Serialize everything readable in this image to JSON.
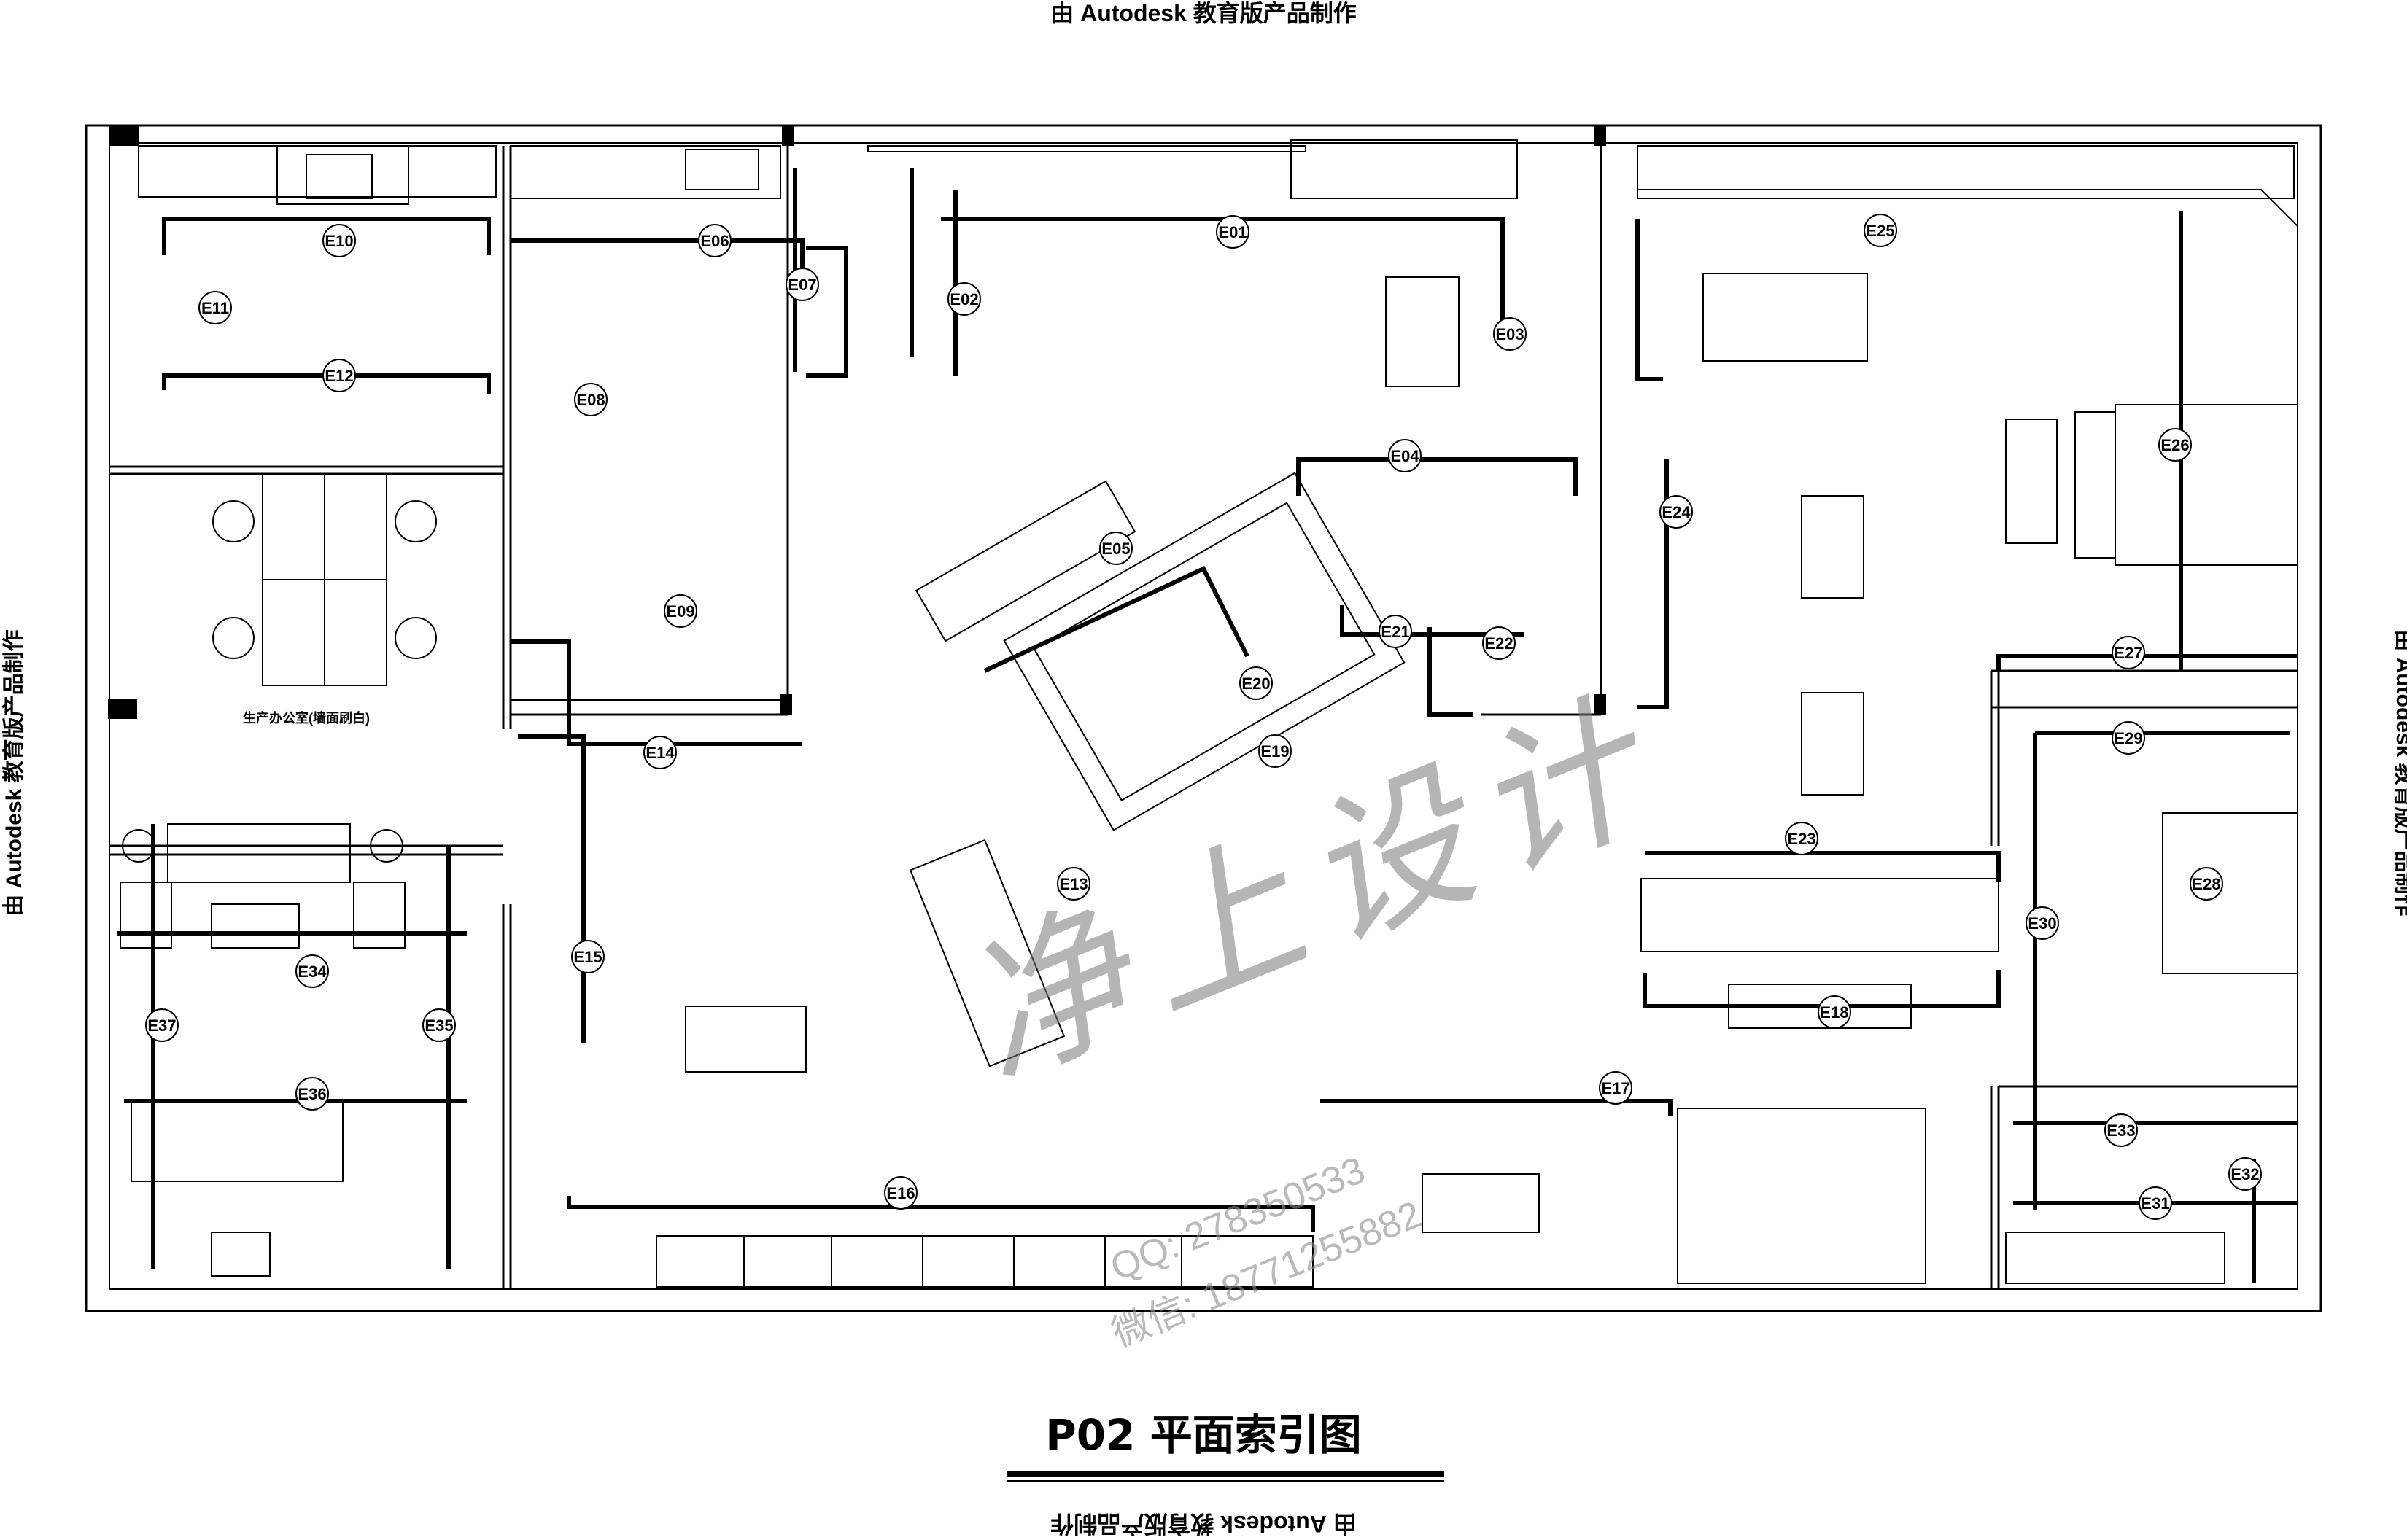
{
  "watermark": "由 Autodesk 教育版产品制作",
  "title": "P02  平面索引图",
  "stamp": "净上设计",
  "qq": "QQ: 278350533",
  "wechat": "微信: 18771255882",
  "room_label": "生产办公室(墙面刷白)",
  "markers": {
    "E01": "E01",
    "E02": "E02",
    "E03": "E03",
    "E04": "E04",
    "E05": "E05",
    "E06": "E06",
    "E07": "E07",
    "E08": "E08",
    "E09": "E09",
    "E10": "E10",
    "E11": "E11",
    "E12": "E12",
    "E13": "E13",
    "E14": "E14",
    "E15": "E15",
    "E16": "E16",
    "E17": "E17",
    "E18": "E18",
    "E19": "E19",
    "E20": "E20",
    "E21": "E21",
    "E22": "E22",
    "E23": "E23",
    "E24": "E24",
    "E25": "E25",
    "E26": "E26",
    "E27": "E27",
    "E28": "E28",
    "E29": "E29",
    "E30": "E30",
    "E31": "E31",
    "E32": "E32",
    "E33": "E33",
    "E34": "E34",
    "E35": "E35",
    "E36": "E36",
    "E37": "E37"
  }
}
